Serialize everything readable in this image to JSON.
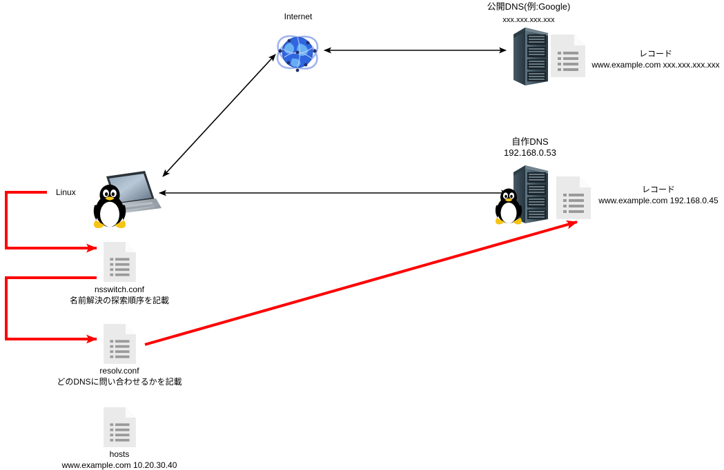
{
  "diagram": {
    "title_internet": "Internet",
    "nodes": {
      "public_dns": {
        "label_line1": "公開DNS(例:Google)",
        "label_line2": "xxx.xxx.xxx.xxx",
        "record_line1": "レコード",
        "record_line2": "www.example.com xxx.xxx.xxx.xxx",
        "icon": "server-rack-icon",
        "doc_icon": "document-icon"
      },
      "own_dns": {
        "label_line1": "自作DNS",
        "label_line2": "192.168.0.53",
        "record_line1": "レコード",
        "record_line2": "www.example.com 192.168.0.45",
        "icon": "server-rack-icon",
        "doc_icon": "document-icon",
        "os_icon": "linux-penguin-icon"
      },
      "client": {
        "label": "Linux",
        "icon": "laptop-icon",
        "os_icon": "linux-penguin-icon"
      },
      "nsswitch": {
        "name": "nsswitch.conf",
        "desc": "名前解決の探索順序を記載",
        "icon": "document-icon"
      },
      "resolv": {
        "name": "resolv.conf",
        "desc": "どのDNSに問い合わせるかを記載",
        "icon": "document-icon"
      },
      "hosts": {
        "name": "hosts",
        "desc": "www.example.com 10.20.30.40",
        "icon": "document-icon"
      }
    },
    "colors": {
      "arrow_black": "#000000",
      "arrow_red": "#fe0000",
      "globe_blue": "#2a5fd8",
      "server_dark": "#27333c",
      "doc_gray": "#e9e9e9"
    }
  }
}
